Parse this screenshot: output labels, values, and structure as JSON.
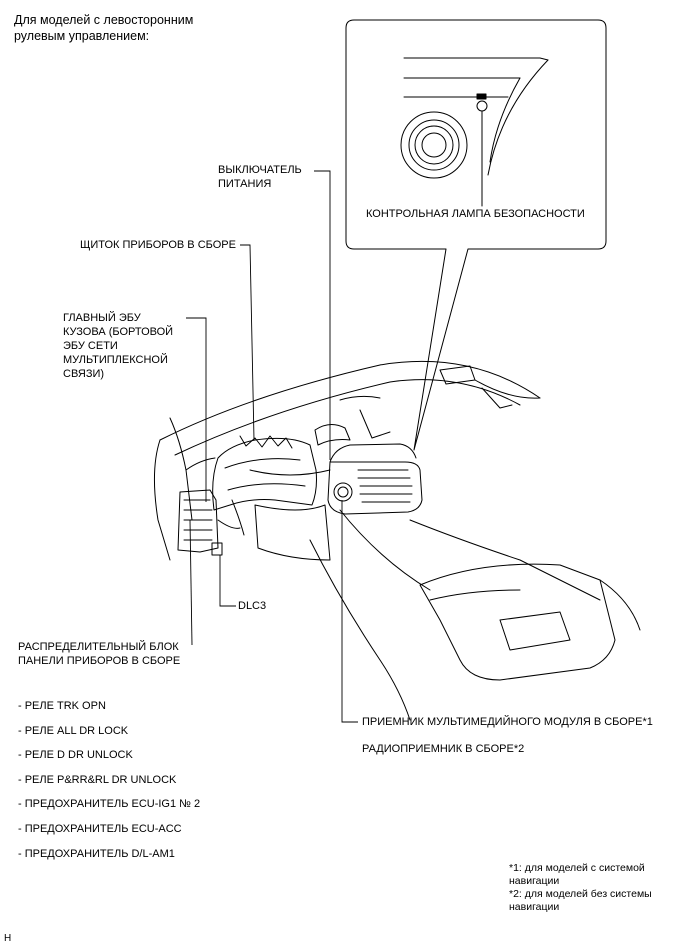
{
  "title": "Для моделей с левосторонним\nрулевым управлением:",
  "labels": {
    "power_switch": "ВЫКЛЮЧАТЕЛЬ\nПИТАНИЯ",
    "instrument_cluster": "ЩИТОК ПРИБОРОВ В СБОРЕ",
    "main_body_ecu": "ГЛАВНЫЙ ЭБУ\nКУЗОВА (БОРТОВОЙ\nЭБУ СЕТИ\nМУЛЬТИПЛЕКСНОЙ\nСВЯЗИ)",
    "security_lamp": "КОНТРОЛЬНАЯ ЛАМПА БЕЗОПАСНОСТИ",
    "dlc3": "DLC3",
    "junction_block": "РАСПРЕДЕЛИТЕЛЬНЫЙ БЛОК\nПАНЕЛИ ПРИБОРОВ В СБОРЕ",
    "multimedia_receiver": "ПРИЕМНИК МУЛЬТИМЕДИЙНОГО МОДУЛЯ В СБОРЕ*1",
    "radio_receiver": "РАДИОПРИЕМНИК В СБОРЕ*2"
  },
  "junction_items": [
    "- РЕЛЕ TRK OPN",
    "- РЕЛЕ ALL DR LOCK",
    "- РЕЛЕ D DR UNLOCK",
    "- РЕЛЕ P&RR&RL DR UNLOCK",
    "- ПРЕДОХРАНИТЕЛЬ ECU-IG1 № 2",
    "- ПРЕДОХРАНИТЕЛЬ ECU-ACC",
    "- ПРЕДОХРАНИТЕЛЬ D/L-AM1"
  ],
  "notes": [
    "*1: для моделей с системой\nнавигации",
    "*2: для моделей без системы\nнавигации"
  ],
  "corner_mark": "H"
}
